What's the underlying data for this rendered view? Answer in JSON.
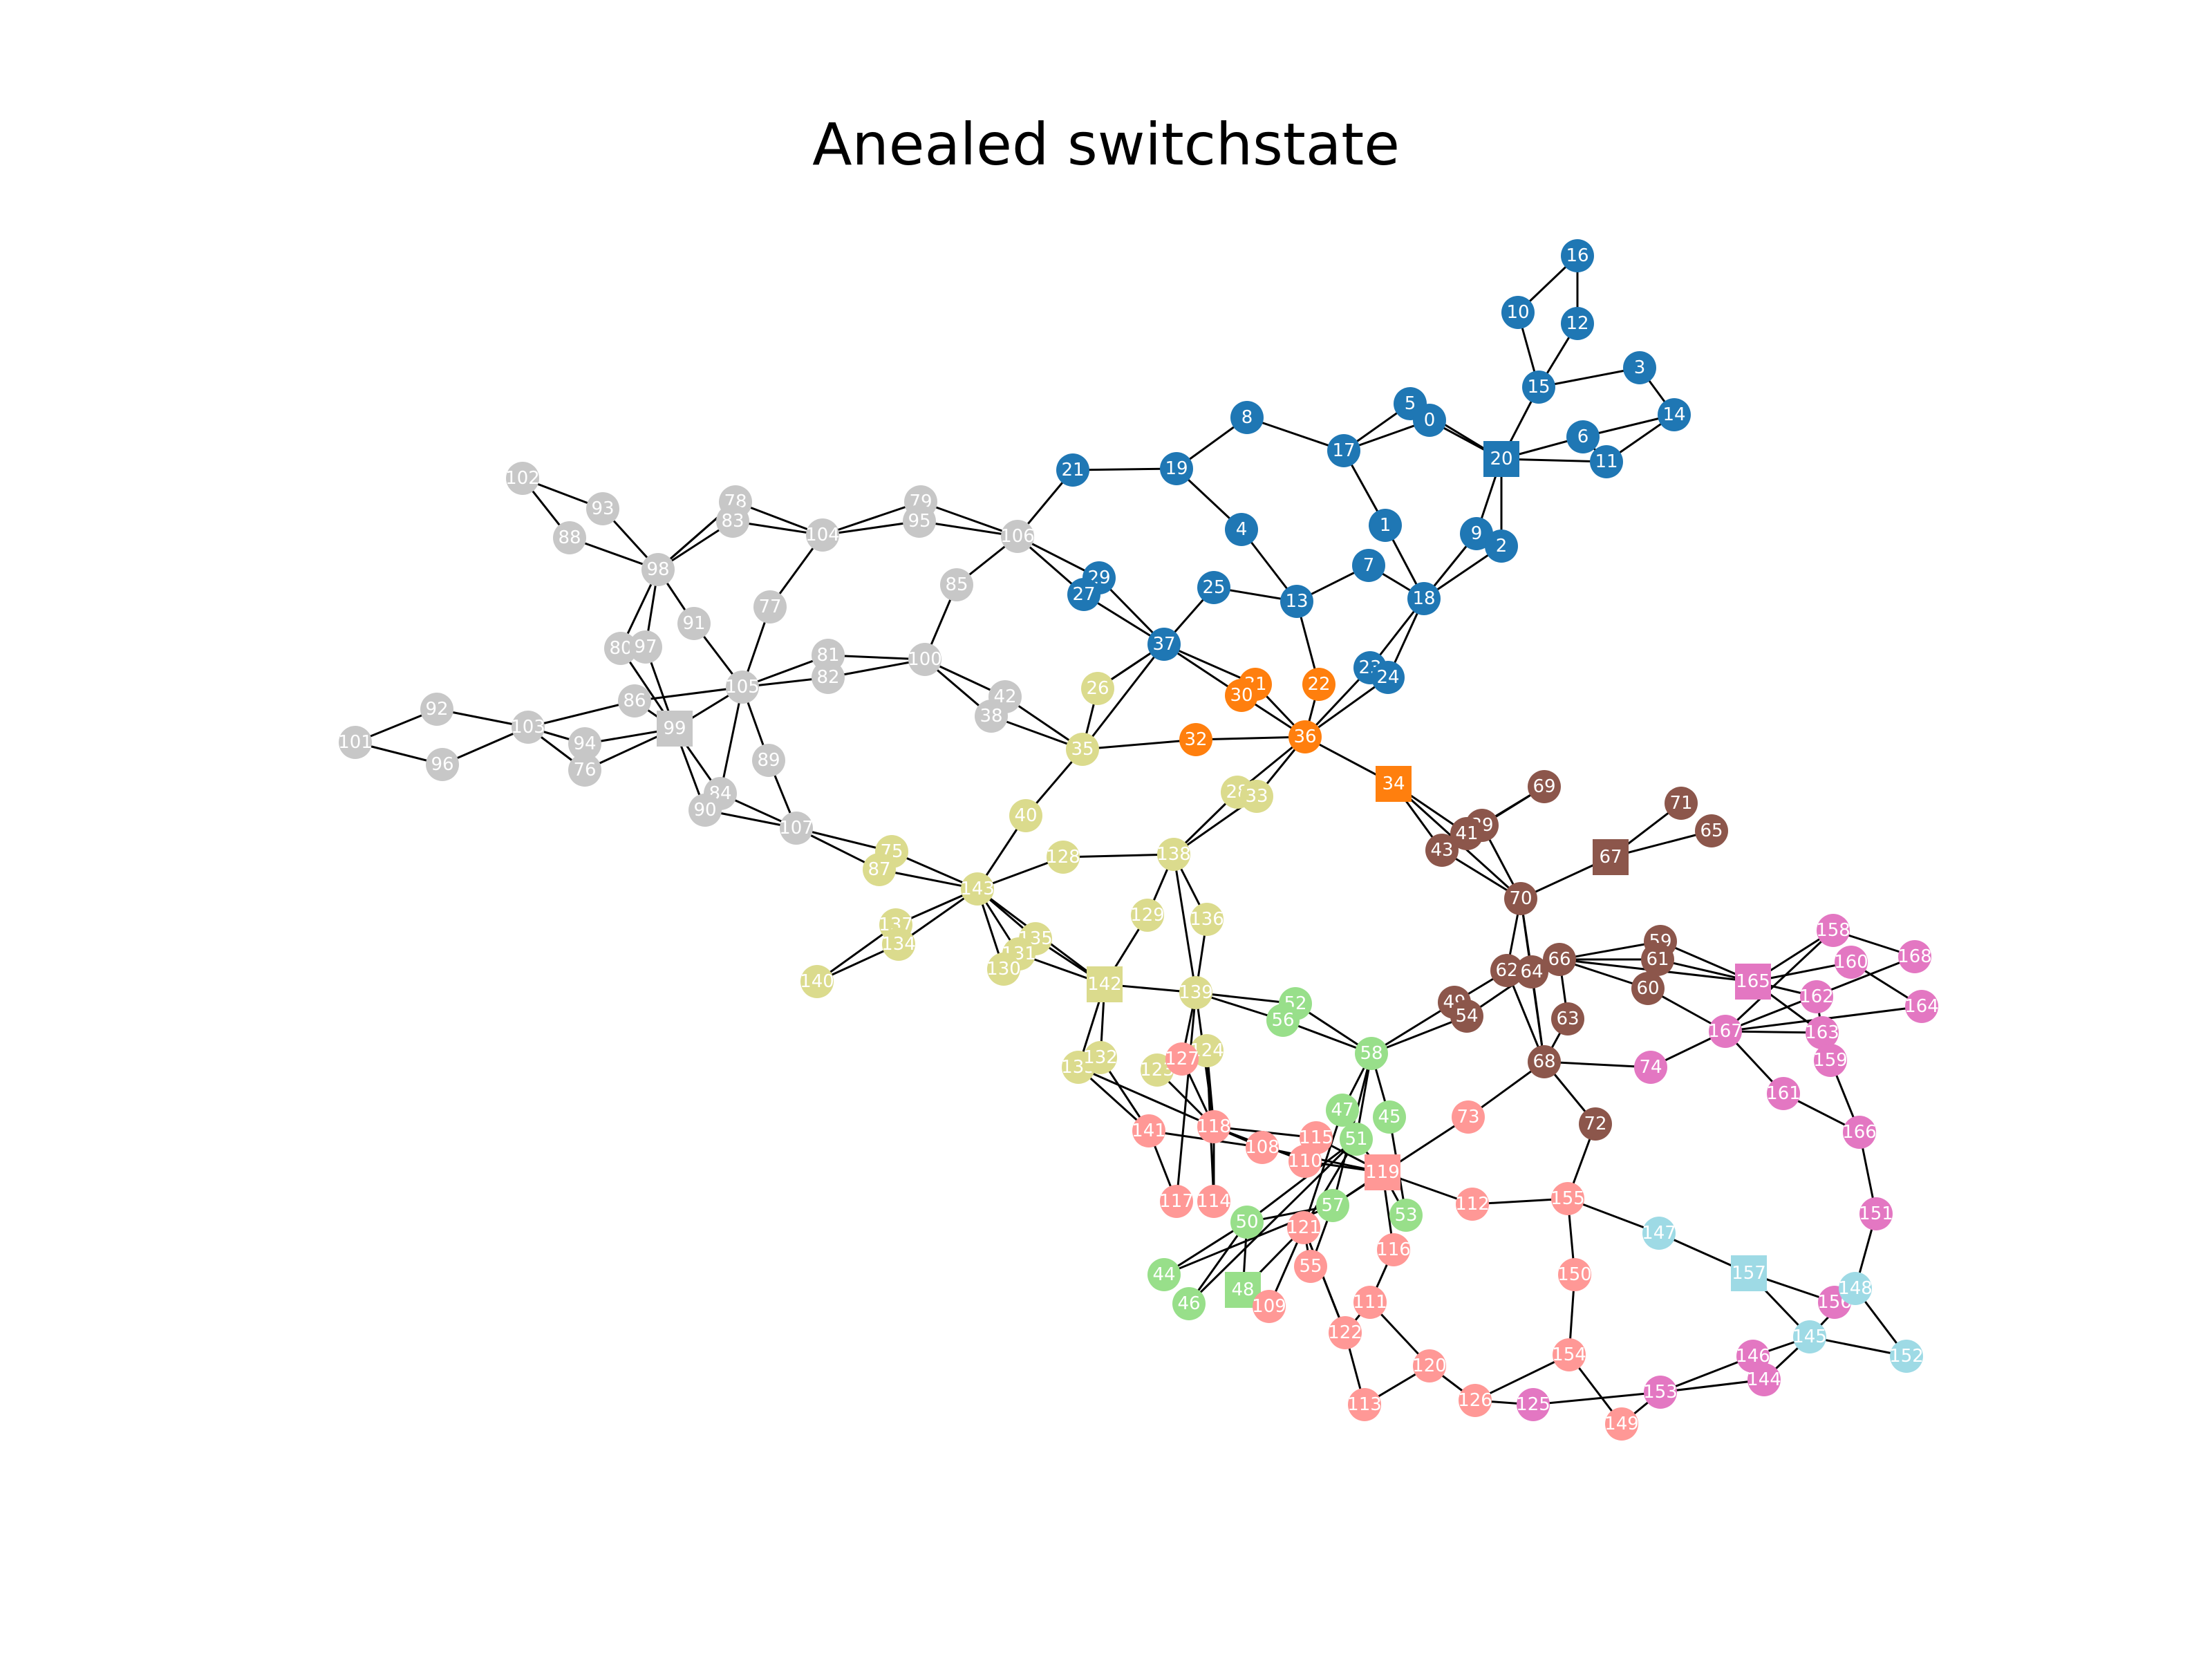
{
  "title": "Anealed switchstate",
  "groups": {
    "blue": {
      "color": "#1f77b4",
      "hub": "20"
    },
    "orange": {
      "color": "#ff7f0e",
      "hub": "34"
    },
    "brown": {
      "color": "#8c564b",
      "hub": "67"
    },
    "pink": {
      "color": "#e377c2",
      "hub": "165"
    },
    "gray": {
      "color": "#c7c7c7",
      "hub": "99"
    },
    "olive": {
      "color": "#dbdb8d",
      "hub": "142"
    },
    "green": {
      "color": "#98df8a",
      "hub": "48"
    },
    "salmon": {
      "color": "#ff9896",
      "hub": "119"
    },
    "cyan": {
      "color": "#9edae5",
      "hub": "157"
    }
  },
  "nodes": [
    {
      "id": "16",
      "g": "blue"
    },
    {
      "id": "10",
      "g": "blue"
    },
    {
      "id": "12",
      "g": "blue"
    },
    {
      "id": "15",
      "g": "blue"
    },
    {
      "id": "3",
      "g": "blue"
    },
    {
      "id": "14",
      "g": "blue"
    },
    {
      "id": "5",
      "g": "blue"
    },
    {
      "id": "0",
      "g": "blue"
    },
    {
      "id": "6",
      "g": "blue"
    },
    {
      "id": "11",
      "g": "blue"
    },
    {
      "id": "20",
      "g": "blue"
    },
    {
      "id": "8",
      "g": "blue"
    },
    {
      "id": "17",
      "g": "blue"
    },
    {
      "id": "21",
      "g": "blue"
    },
    {
      "id": "19",
      "g": "blue"
    },
    {
      "id": "1",
      "g": "blue"
    },
    {
      "id": "9",
      "g": "blue"
    },
    {
      "id": "2",
      "g": "blue"
    },
    {
      "id": "4",
      "g": "blue"
    },
    {
      "id": "7",
      "g": "blue"
    },
    {
      "id": "18",
      "g": "blue"
    },
    {
      "id": "25",
      "g": "blue"
    },
    {
      "id": "13",
      "g": "blue"
    },
    {
      "id": "29",
      "g": "blue"
    },
    {
      "id": "27",
      "g": "blue"
    },
    {
      "id": "37",
      "g": "blue"
    },
    {
      "id": "23",
      "g": "blue"
    },
    {
      "id": "24",
      "g": "blue"
    },
    {
      "id": "31",
      "g": "orange"
    },
    {
      "id": "30",
      "g": "orange"
    },
    {
      "id": "22",
      "g": "orange"
    },
    {
      "id": "32",
      "g": "orange"
    },
    {
      "id": "36",
      "g": "orange"
    },
    {
      "id": "34",
      "g": "orange"
    },
    {
      "id": "69",
      "g": "brown"
    },
    {
      "id": "39",
      "g": "brown"
    },
    {
      "id": "41",
      "g": "brown"
    },
    {
      "id": "43",
      "g": "brown"
    },
    {
      "id": "71",
      "g": "brown"
    },
    {
      "id": "65",
      "g": "brown"
    },
    {
      "id": "67",
      "g": "brown"
    },
    {
      "id": "70",
      "g": "brown"
    },
    {
      "id": "59",
      "g": "brown"
    },
    {
      "id": "61",
      "g": "brown"
    },
    {
      "id": "60",
      "g": "brown"
    },
    {
      "id": "62",
      "g": "brown"
    },
    {
      "id": "64",
      "g": "brown"
    },
    {
      "id": "66",
      "g": "brown"
    },
    {
      "id": "49",
      "g": "brown"
    },
    {
      "id": "54",
      "g": "brown"
    },
    {
      "id": "63",
      "g": "brown"
    },
    {
      "id": "68",
      "g": "brown"
    },
    {
      "id": "72",
      "g": "brown"
    },
    {
      "id": "158",
      "g": "pink"
    },
    {
      "id": "168",
      "g": "pink"
    },
    {
      "id": "160",
      "g": "pink"
    },
    {
      "id": "165",
      "g": "pink"
    },
    {
      "id": "162",
      "g": "pink"
    },
    {
      "id": "164",
      "g": "pink"
    },
    {
      "id": "167",
      "g": "pink"
    },
    {
      "id": "163",
      "g": "pink"
    },
    {
      "id": "159",
      "g": "pink"
    },
    {
      "id": "74",
      "g": "pink"
    },
    {
      "id": "161",
      "g": "pink"
    },
    {
      "id": "166",
      "g": "pink"
    },
    {
      "id": "151",
      "g": "pink"
    },
    {
      "id": "156",
      "g": "pink"
    },
    {
      "id": "146",
      "g": "pink"
    },
    {
      "id": "144",
      "g": "pink"
    },
    {
      "id": "153",
      "g": "pink"
    },
    {
      "id": "125",
      "g": "pink"
    },
    {
      "id": "102",
      "g": "gray"
    },
    {
      "id": "93",
      "g": "gray"
    },
    {
      "id": "88",
      "g": "gray"
    },
    {
      "id": "78",
      "g": "gray"
    },
    {
      "id": "83",
      "g": "gray"
    },
    {
      "id": "104",
      "g": "gray"
    },
    {
      "id": "79",
      "g": "gray"
    },
    {
      "id": "95",
      "g": "gray"
    },
    {
      "id": "106",
      "g": "gray"
    },
    {
      "id": "98",
      "g": "gray"
    },
    {
      "id": "85",
      "g": "gray"
    },
    {
      "id": "91",
      "g": "gray"
    },
    {
      "id": "77",
      "g": "gray"
    },
    {
      "id": "80",
      "g": "gray"
    },
    {
      "id": "97",
      "g": "gray"
    },
    {
      "id": "81",
      "g": "gray"
    },
    {
      "id": "100",
      "g": "gray"
    },
    {
      "id": "82",
      "g": "gray"
    },
    {
      "id": "105",
      "g": "gray"
    },
    {
      "id": "86",
      "g": "gray"
    },
    {
      "id": "92",
      "g": "gray"
    },
    {
      "id": "42",
      "g": "gray"
    },
    {
      "id": "38",
      "g": "gray"
    },
    {
      "id": "101",
      "g": "gray"
    },
    {
      "id": "103",
      "g": "gray"
    },
    {
      "id": "94",
      "g": "gray"
    },
    {
      "id": "99",
      "g": "gray"
    },
    {
      "id": "96",
      "g": "gray"
    },
    {
      "id": "76",
      "g": "gray"
    },
    {
      "id": "89",
      "g": "gray"
    },
    {
      "id": "84",
      "g": "gray"
    },
    {
      "id": "90",
      "g": "gray"
    },
    {
      "id": "107",
      "g": "gray"
    },
    {
      "id": "26",
      "g": "olive"
    },
    {
      "id": "35",
      "g": "olive"
    },
    {
      "id": "28",
      "g": "olive"
    },
    {
      "id": "33",
      "g": "olive"
    },
    {
      "id": "40",
      "g": "olive"
    },
    {
      "id": "75",
      "g": "olive"
    },
    {
      "id": "87",
      "g": "olive"
    },
    {
      "id": "128",
      "g": "olive"
    },
    {
      "id": "138",
      "g": "olive"
    },
    {
      "id": "143",
      "g": "olive"
    },
    {
      "id": "129",
      "g": "olive"
    },
    {
      "id": "136",
      "g": "olive"
    },
    {
      "id": "137",
      "g": "olive"
    },
    {
      "id": "134",
      "g": "olive"
    },
    {
      "id": "135",
      "g": "olive"
    },
    {
      "id": "131",
      "g": "olive"
    },
    {
      "id": "130",
      "g": "olive"
    },
    {
      "id": "140",
      "g": "olive"
    },
    {
      "id": "142",
      "g": "olive"
    },
    {
      "id": "139",
      "g": "olive"
    },
    {
      "id": "124",
      "g": "olive"
    },
    {
      "id": "133",
      "g": "olive"
    },
    {
      "id": "132",
      "g": "olive"
    },
    {
      "id": "123",
      "g": "olive"
    },
    {
      "id": "52",
      "g": "green"
    },
    {
      "id": "56",
      "g": "green"
    },
    {
      "id": "58",
      "g": "green"
    },
    {
      "id": "47",
      "g": "green"
    },
    {
      "id": "45",
      "g": "green"
    },
    {
      "id": "51",
      "g": "green"
    },
    {
      "id": "57",
      "g": "green"
    },
    {
      "id": "53",
      "g": "green"
    },
    {
      "id": "50",
      "g": "green"
    },
    {
      "id": "44",
      "g": "green"
    },
    {
      "id": "46",
      "g": "green"
    },
    {
      "id": "48",
      "g": "green"
    },
    {
      "id": "127",
      "g": "salmon"
    },
    {
      "id": "73",
      "g": "salmon"
    },
    {
      "id": "141",
      "g": "salmon"
    },
    {
      "id": "118",
      "g": "salmon"
    },
    {
      "id": "108",
      "g": "salmon"
    },
    {
      "id": "115",
      "g": "salmon"
    },
    {
      "id": "110",
      "g": "salmon"
    },
    {
      "id": "119",
      "g": "salmon"
    },
    {
      "id": "112",
      "g": "salmon"
    },
    {
      "id": "155",
      "g": "salmon"
    },
    {
      "id": "117",
      "g": "salmon"
    },
    {
      "id": "114",
      "g": "salmon"
    },
    {
      "id": "121",
      "g": "salmon"
    },
    {
      "id": "116",
      "g": "salmon"
    },
    {
      "id": "55",
      "g": "salmon"
    },
    {
      "id": "109",
      "g": "salmon"
    },
    {
      "id": "111",
      "g": "salmon"
    },
    {
      "id": "150",
      "g": "salmon"
    },
    {
      "id": "122",
      "g": "salmon"
    },
    {
      "id": "120",
      "g": "salmon"
    },
    {
      "id": "154",
      "g": "salmon"
    },
    {
      "id": "113",
      "g": "salmon"
    },
    {
      "id": "126",
      "g": "salmon"
    },
    {
      "id": "149",
      "g": "salmon"
    },
    {
      "id": "147",
      "g": "cyan"
    },
    {
      "id": "157",
      "g": "cyan"
    },
    {
      "id": "148",
      "g": "cyan"
    },
    {
      "id": "145",
      "g": "cyan"
    },
    {
      "id": "152",
      "g": "cyan"
    }
  ],
  "edges": [
    [
      "16",
      "12"
    ],
    [
      "10",
      "16"
    ],
    [
      "10",
      "15"
    ],
    [
      "12",
      "15"
    ],
    [
      "15",
      "3"
    ],
    [
      "15",
      "20"
    ],
    [
      "3",
      "14"
    ],
    [
      "14",
      "6"
    ],
    [
      "14",
      "11"
    ],
    [
      "6",
      "11"
    ],
    [
      "6",
      "20"
    ],
    [
      "20",
      "11"
    ],
    [
      "20",
      "5"
    ],
    [
      "20",
      "0"
    ],
    [
      "20",
      "9"
    ],
    [
      "20",
      "2"
    ],
    [
      "5",
      "17"
    ],
    [
      "0",
      "17"
    ],
    [
      "17",
      "8"
    ],
    [
      "17",
      "1"
    ],
    [
      "8",
      "19"
    ],
    [
      "19",
      "21"
    ],
    [
      "19",
      "4"
    ],
    [
      "21",
      "106"
    ],
    [
      "4",
      "13"
    ],
    [
      "1",
      "18"
    ],
    [
      "9",
      "18"
    ],
    [
      "2",
      "18"
    ],
    [
      "18",
      "7"
    ],
    [
      "7",
      "13"
    ],
    [
      "13",
      "25"
    ],
    [
      "13",
      "22"
    ],
    [
      "25",
      "37"
    ],
    [
      "37",
      "29"
    ],
    [
      "37",
      "27"
    ],
    [
      "37",
      "26"
    ],
    [
      "37",
      "30"
    ],
    [
      "37",
      "31"
    ],
    [
      "29",
      "106"
    ],
    [
      "27",
      "106"
    ],
    [
      "18",
      "23"
    ],
    [
      "18",
      "24"
    ],
    [
      "23",
      "36"
    ],
    [
      "24",
      "36"
    ],
    [
      "22",
      "36"
    ],
    [
      "30",
      "36"
    ],
    [
      "31",
      "36"
    ],
    [
      "32",
      "36"
    ],
    [
      "32",
      "35"
    ],
    [
      "36",
      "34"
    ],
    [
      "36",
      "28"
    ],
    [
      "36",
      "33"
    ],
    [
      "34",
      "43"
    ],
    [
      "34",
      "70"
    ],
    [
      "34",
      "41"
    ],
    [
      "39",
      "70"
    ],
    [
      "39",
      "69"
    ],
    [
      "41",
      "69"
    ],
    [
      "43",
      "39"
    ],
    [
      "43",
      "70"
    ],
    [
      "70",
      "67"
    ],
    [
      "67",
      "71"
    ],
    [
      "67",
      "65"
    ],
    [
      "70",
      "62"
    ],
    [
      "70",
      "64"
    ],
    [
      "70",
      "68"
    ],
    [
      "66",
      "62"
    ],
    [
      "66",
      "64"
    ],
    [
      "66",
      "59"
    ],
    [
      "66",
      "61"
    ],
    [
      "66",
      "60"
    ],
    [
      "66",
      "165"
    ],
    [
      "66",
      "63"
    ],
    [
      "59",
      "165"
    ],
    [
      "61",
      "165"
    ],
    [
      "60",
      "167"
    ],
    [
      "62",
      "49"
    ],
    [
      "64",
      "54"
    ],
    [
      "49",
      "58"
    ],
    [
      "54",
      "58"
    ],
    [
      "62",
      "68"
    ],
    [
      "64",
      "68"
    ],
    [
      "63",
      "68"
    ],
    [
      "68",
      "72"
    ],
    [
      "68",
      "74"
    ],
    [
      "68",
      "73"
    ],
    [
      "72",
      "155"
    ],
    [
      "73",
      "57"
    ],
    [
      "74",
      "167"
    ],
    [
      "165",
      "158"
    ],
    [
      "165",
      "160"
    ],
    [
      "165",
      "162"
    ],
    [
      "165",
      "163"
    ],
    [
      "167",
      "158"
    ],
    [
      "167",
      "168"
    ],
    [
      "167",
      "164"
    ],
    [
      "167",
      "161"
    ],
    [
      "167",
      "163"
    ],
    [
      "158",
      "168"
    ],
    [
      "160",
      "164"
    ],
    [
      "162",
      "163"
    ],
    [
      "163",
      "159"
    ],
    [
      "159",
      "166"
    ],
    [
      "161",
      "166"
    ],
    [
      "166",
      "151"
    ],
    [
      "151",
      "148"
    ],
    [
      "148",
      "152"
    ],
    [
      "148",
      "145"
    ],
    [
      "156",
      "148"
    ],
    [
      "157",
      "156"
    ],
    [
      "157",
      "147"
    ],
    [
      "157",
      "145"
    ],
    [
      "145",
      "152"
    ],
    [
      "145",
      "146"
    ],
    [
      "145",
      "144"
    ],
    [
      "146",
      "153"
    ],
    [
      "144",
      "153"
    ],
    [
      "147",
      "155"
    ],
    [
      "155",
      "112"
    ],
    [
      "155",
      "150"
    ],
    [
      "150",
      "154"
    ],
    [
      "154",
      "126"
    ],
    [
      "154",
      "149"
    ],
    [
      "153",
      "125"
    ],
    [
      "153",
      "149"
    ],
    [
      "125",
      "126"
    ],
    [
      "126",
      "120"
    ],
    [
      "120",
      "113"
    ],
    [
      "120",
      "111"
    ],
    [
      "111",
      "122"
    ],
    [
      "111",
      "116"
    ],
    [
      "122",
      "113"
    ],
    [
      "122",
      "121"
    ],
    [
      "116",
      "119"
    ],
    [
      "119",
      "112"
    ],
    [
      "119",
      "115"
    ],
    [
      "119",
      "110"
    ],
    [
      "119",
      "108"
    ],
    [
      "119",
      "51"
    ],
    [
      "119",
      "57"
    ],
    [
      "119",
      "53"
    ],
    [
      "108",
      "141"
    ],
    [
      "108",
      "118"
    ],
    [
      "110",
      "118"
    ],
    [
      "115",
      "118"
    ],
    [
      "118",
      "139"
    ],
    [
      "118",
      "127"
    ],
    [
      "118",
      "114"
    ],
    [
      "118",
      "123"
    ],
    [
      "118",
      "124"
    ],
    [
      "141",
      "133"
    ],
    [
      "141",
      "117"
    ],
    [
      "141",
      "132"
    ],
    [
      "117",
      "139"
    ],
    [
      "114",
      "124"
    ],
    [
      "127",
      "139"
    ],
    [
      "139",
      "142"
    ],
    [
      "139",
      "52"
    ],
    [
      "139",
      "56"
    ],
    [
      "139",
      "138"
    ],
    [
      "139",
      "136"
    ],
    [
      "52",
      "58"
    ],
    [
      "56",
      "58"
    ],
    [
      "58",
      "47"
    ],
    [
      "58",
      "45"
    ],
    [
      "58",
      "51"
    ],
    [
      "58",
      "57"
    ],
    [
      "47",
      "121"
    ],
    [
      "51",
      "121"
    ],
    [
      "51",
      "50"
    ],
    [
      "57",
      "50"
    ],
    [
      "57",
      "55"
    ],
    [
      "45",
      "53"
    ],
    [
      "121",
      "109"
    ],
    [
      "121",
      "55"
    ],
    [
      "121",
      "122"
    ],
    [
      "50",
      "44"
    ],
    [
      "50",
      "46"
    ],
    [
      "50",
      "48"
    ],
    [
      "48",
      "109"
    ],
    [
      "48",
      "121"
    ],
    [
      "44",
      "57"
    ],
    [
      "46",
      "51"
    ],
    [
      "142",
      "133"
    ],
    [
      "142",
      "132"
    ],
    [
      "142",
      "129"
    ],
    [
      "142",
      "135"
    ],
    [
      "142",
      "131"
    ],
    [
      "142",
      "143"
    ],
    [
      "129",
      "138"
    ],
    [
      "136",
      "138"
    ],
    [
      "138",
      "128"
    ],
    [
      "138",
      "28"
    ],
    [
      "138",
      "33"
    ],
    [
      "128",
      "143"
    ],
    [
      "143",
      "40"
    ],
    [
      "143",
      "75"
    ],
    [
      "143",
      "87"
    ],
    [
      "143",
      "137"
    ],
    [
      "143",
      "134"
    ],
    [
      "143",
      "135"
    ],
    [
      "143",
      "131"
    ],
    [
      "143",
      "130"
    ],
    [
      "137",
      "140"
    ],
    [
      "134",
      "140"
    ],
    [
      "40",
      "35"
    ],
    [
      "35",
      "26"
    ],
    [
      "35",
      "42"
    ],
    [
      "35",
      "38"
    ],
    [
      "35",
      "37"
    ],
    [
      "42",
      "100"
    ],
    [
      "38",
      "100"
    ],
    [
      "100",
      "85"
    ],
    [
      "100",
      "81"
    ],
    [
      "100",
      "82"
    ],
    [
      "85",
      "106"
    ],
    [
      "106",
      "79"
    ],
    [
      "106",
      "95"
    ],
    [
      "79",
      "104"
    ],
    [
      "95",
      "104"
    ],
    [
      "104",
      "78"
    ],
    [
      "104",
      "83"
    ],
    [
      "104",
      "77"
    ],
    [
      "78",
      "98"
    ],
    [
      "83",
      "98"
    ],
    [
      "102",
      "93"
    ],
    [
      "102",
      "88"
    ],
    [
      "93",
      "98"
    ],
    [
      "88",
      "98"
    ],
    [
      "98",
      "80"
    ],
    [
      "98",
      "97"
    ],
    [
      "98",
      "91"
    ],
    [
      "98",
      "78"
    ],
    [
      "91",
      "105"
    ],
    [
      "77",
      "105"
    ],
    [
      "80",
      "99"
    ],
    [
      "97",
      "99"
    ],
    [
      "81",
      "105"
    ],
    [
      "82",
      "105"
    ],
    [
      "105",
      "86"
    ],
    [
      "105",
      "99"
    ],
    [
      "105",
      "89"
    ],
    [
      "105",
      "84"
    ],
    [
      "86",
      "103"
    ],
    [
      "86",
      "99"
    ],
    [
      "92",
      "101"
    ],
    [
      "92",
      "103"
    ],
    [
      "101",
      "96"
    ],
    [
      "96",
      "103"
    ],
    [
      "103",
      "94"
    ],
    [
      "103",
      "76"
    ],
    [
      "94",
      "99"
    ],
    [
      "76",
      "99"
    ],
    [
      "99",
      "84"
    ],
    [
      "99",
      "90"
    ],
    [
      "89",
      "107"
    ],
    [
      "84",
      "107"
    ],
    [
      "90",
      "107"
    ],
    [
      "107",
      "75"
    ],
    [
      "107",
      "87"
    ],
    [
      "26",
      "37"
    ],
    [
      "133",
      "118"
    ]
  ]
}
